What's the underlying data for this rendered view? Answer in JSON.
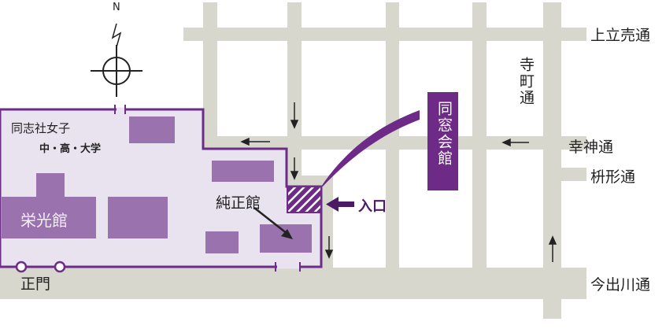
{
  "compass": {
    "north_label": "N"
  },
  "streets": {
    "kamidachiuri": "上立売通",
    "teramachi": "寺町通",
    "kojin": "幸神通",
    "masugata": "枡形通",
    "imadegawa": "今出川通"
  },
  "campus": {
    "name_line1": "同志社女子",
    "name_line2": "中・高・大学",
    "eikokan": "栄光館",
    "junseikan": "純正館",
    "main_gate": "正門"
  },
  "destination": {
    "name": "同窓会館",
    "entrance": "入口"
  },
  "colors": {
    "road": "#d7d7ce",
    "campus_fill": "#e9e2ef",
    "campus_border": "#6b2d88",
    "building": "#9a72ae",
    "accent": "#6d2a86"
  }
}
